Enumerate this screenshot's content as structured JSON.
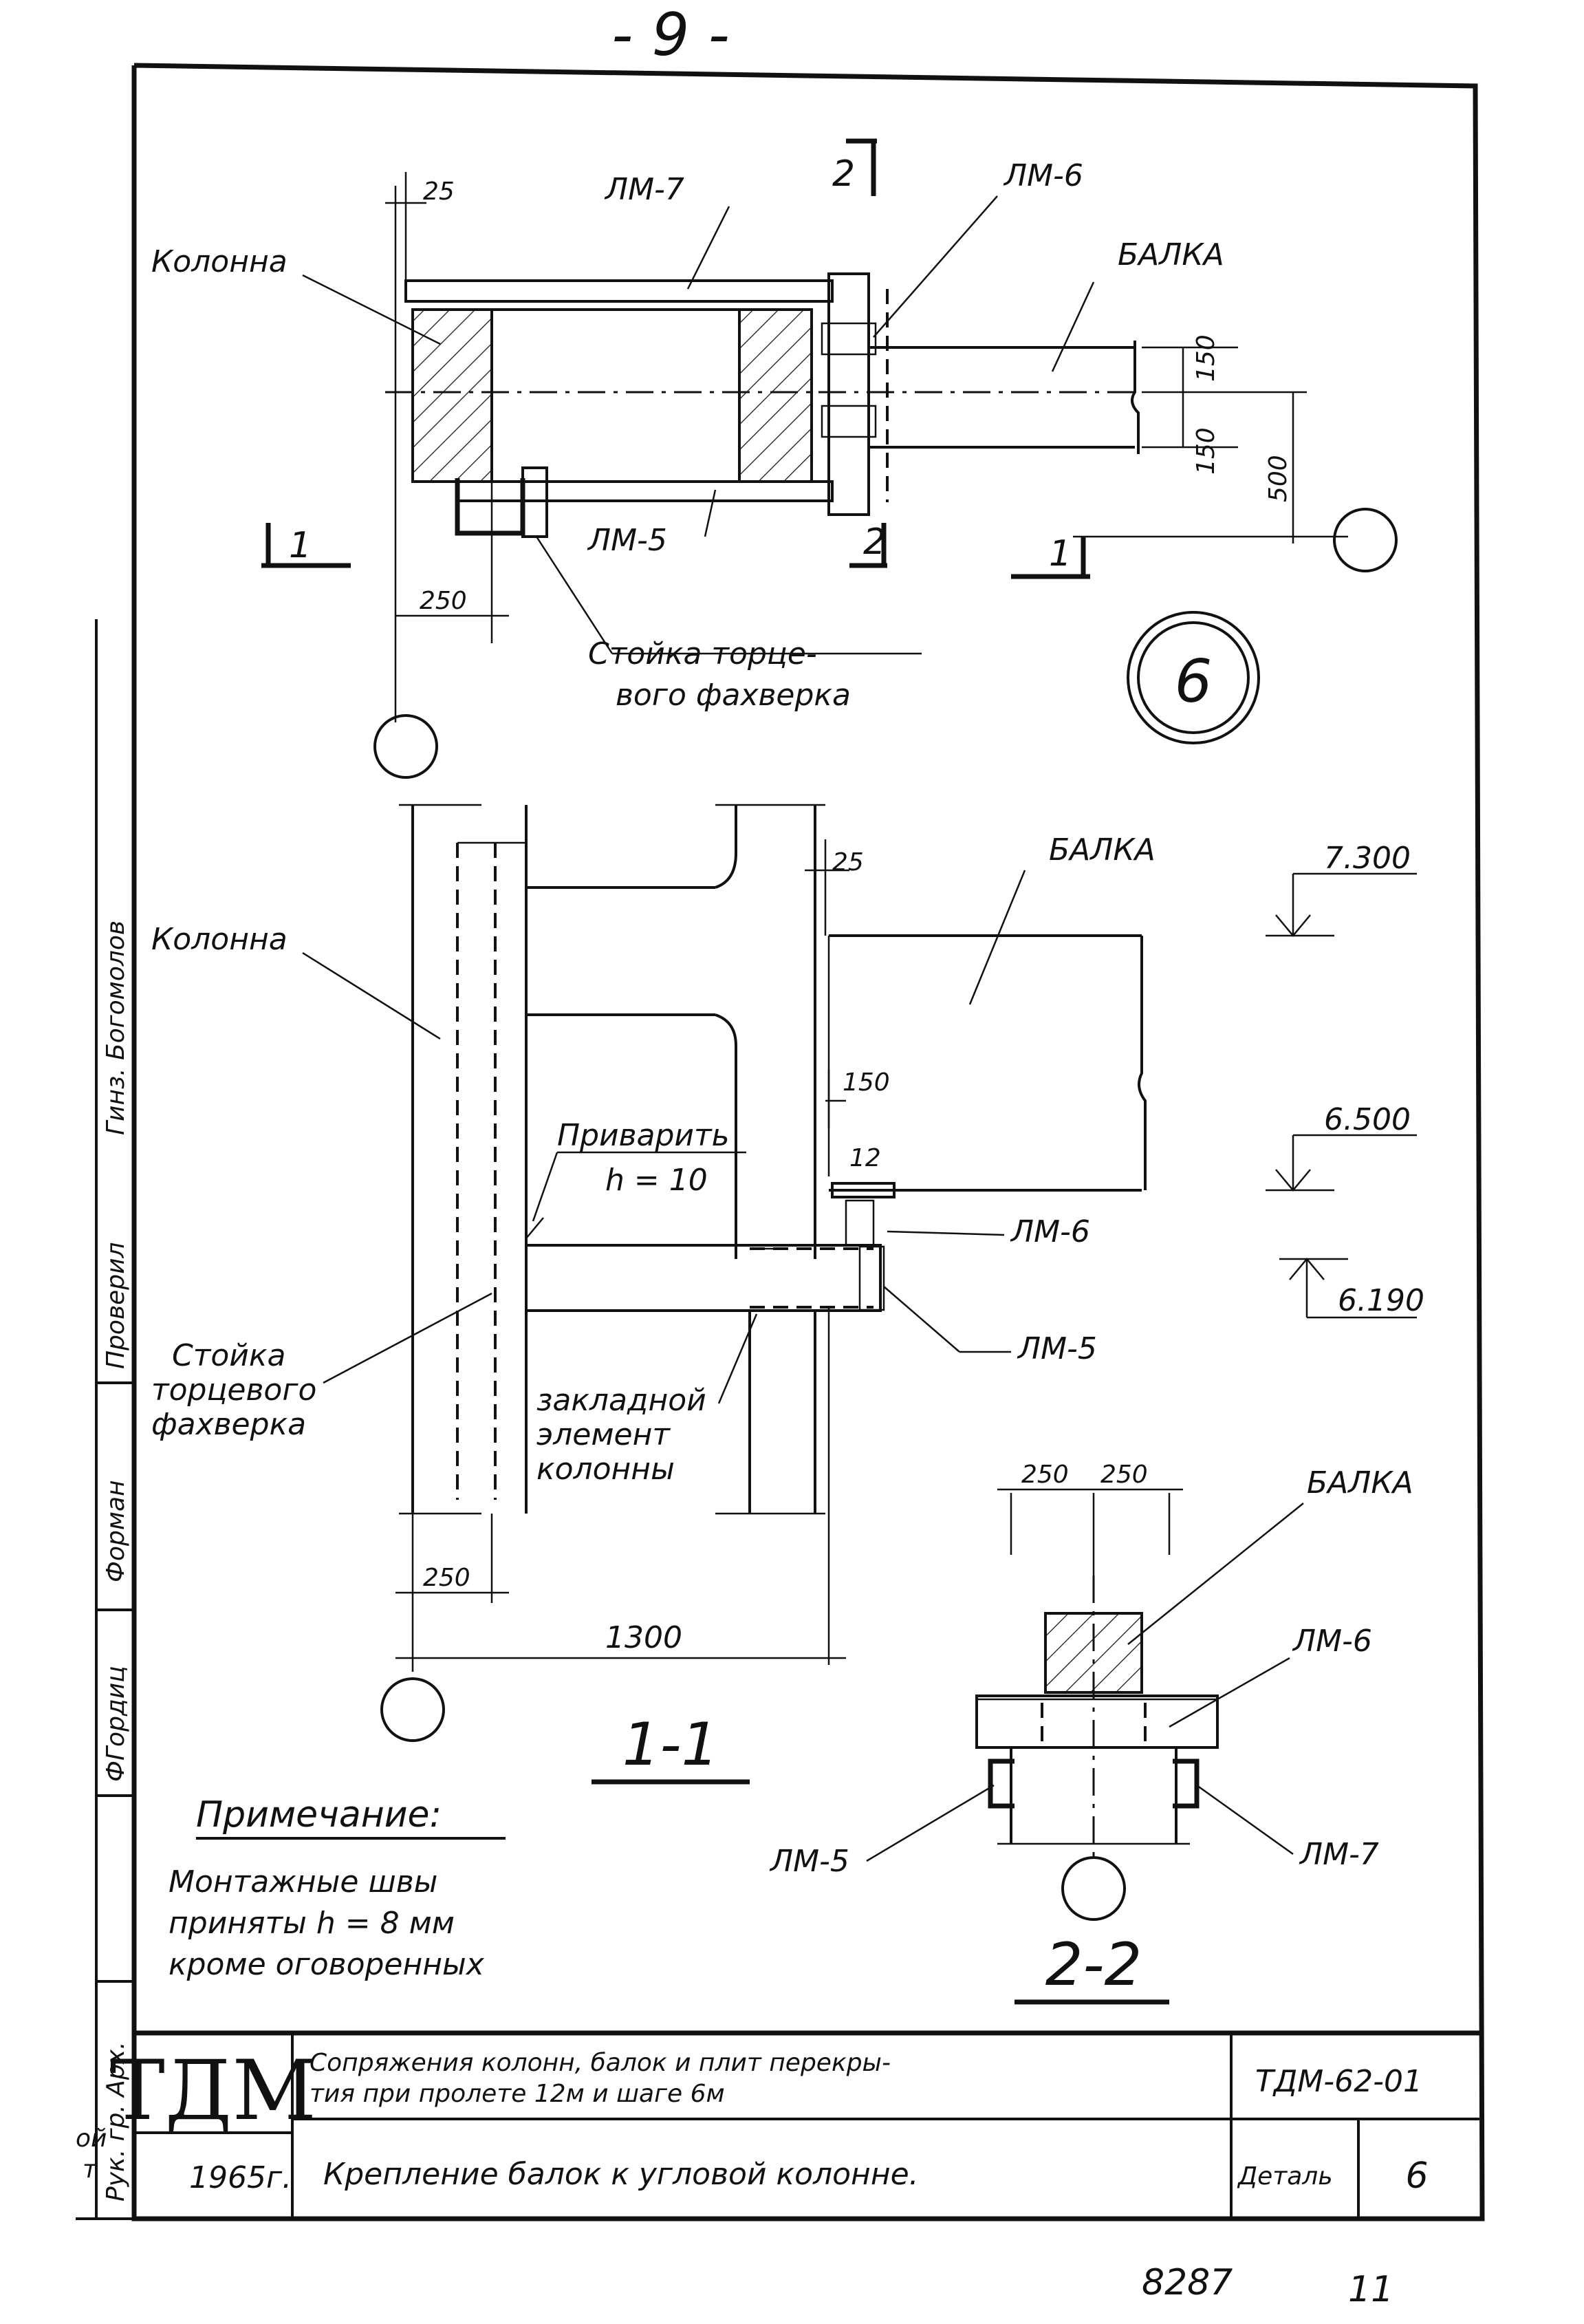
{
  "page_number": "- 9 -",
  "detail_badge": "6",
  "plan_view": {
    "dim_25": "25",
    "lm7": "ЛМ-7",
    "section_2_top": "2",
    "lm6": "ЛМ-6",
    "kolonna": "Колонна",
    "balka": "БАЛКА",
    "dim_150a": "150",
    "dim_150b": "150",
    "dim_500": "500",
    "lm5": "ЛМ-5",
    "section_1_left": "1",
    "section_2_bottom": "2",
    "section_1_right": "1",
    "dim_250": "250",
    "stoyka_1": "Стойка торце-",
    "stoyka_2": "вого фахверка"
  },
  "section_1_1": {
    "title": "1-1",
    "kolonna": "Колонна",
    "dim_25": "25",
    "balka": "БАЛКА",
    "elev_top": "7.300",
    "dim_150": "150",
    "privarit_1": "Приварить",
    "privarit_2": "h = 10",
    "dim_12": "12",
    "elev_mid": "6.500",
    "lm6": "ЛМ-6",
    "elev_low": "6.190",
    "lm5": "ЛМ-5",
    "stoyka_1": "Стойка",
    "stoyka_2": "торцевого",
    "stoyka_3": "фахверка",
    "zaklad_1": "закладной",
    "zaklad_2": "элемент",
    "zaklad_3": "колонны",
    "dim_250": "250",
    "dim_1300": "1300"
  },
  "section_2_2": {
    "title": "2-2",
    "dim_250a": "250",
    "dim_250b": "250",
    "balka": "БАЛКА",
    "lm6": "ЛМ-6",
    "lm5": "ЛМ-5",
    "lm7": "ЛМ-7"
  },
  "note": {
    "heading": "Примечание:",
    "line1": "Монтажные швы",
    "line2": "приняты h = 8 мм",
    "line3": "кроме оговоренных"
  },
  "side_stamp": {
    "ruk_gr": "Рук. гр. Арх.",
    "sign1": "ФГордиц",
    "forman": "Форман",
    "proveril": "Проверил",
    "sign2": "Гинз. Богомолов"
  },
  "title_block": {
    "logo": "ТДМ",
    "year": "1965г.",
    "title_1": "Сопряжения колонн, балок и плит перекры-",
    "title_2": "тия при пролете 12м и шаге 6м",
    "subtitle": "Крепление балок к угловой колонне.",
    "series": "ТДМ-62-01",
    "detail_label": "Деталь",
    "detail_num": "6",
    "cut_1": "ой",
    "cut_2": "т"
  },
  "footer": {
    "archive_no": "8287",
    "sheet_no": "11"
  }
}
